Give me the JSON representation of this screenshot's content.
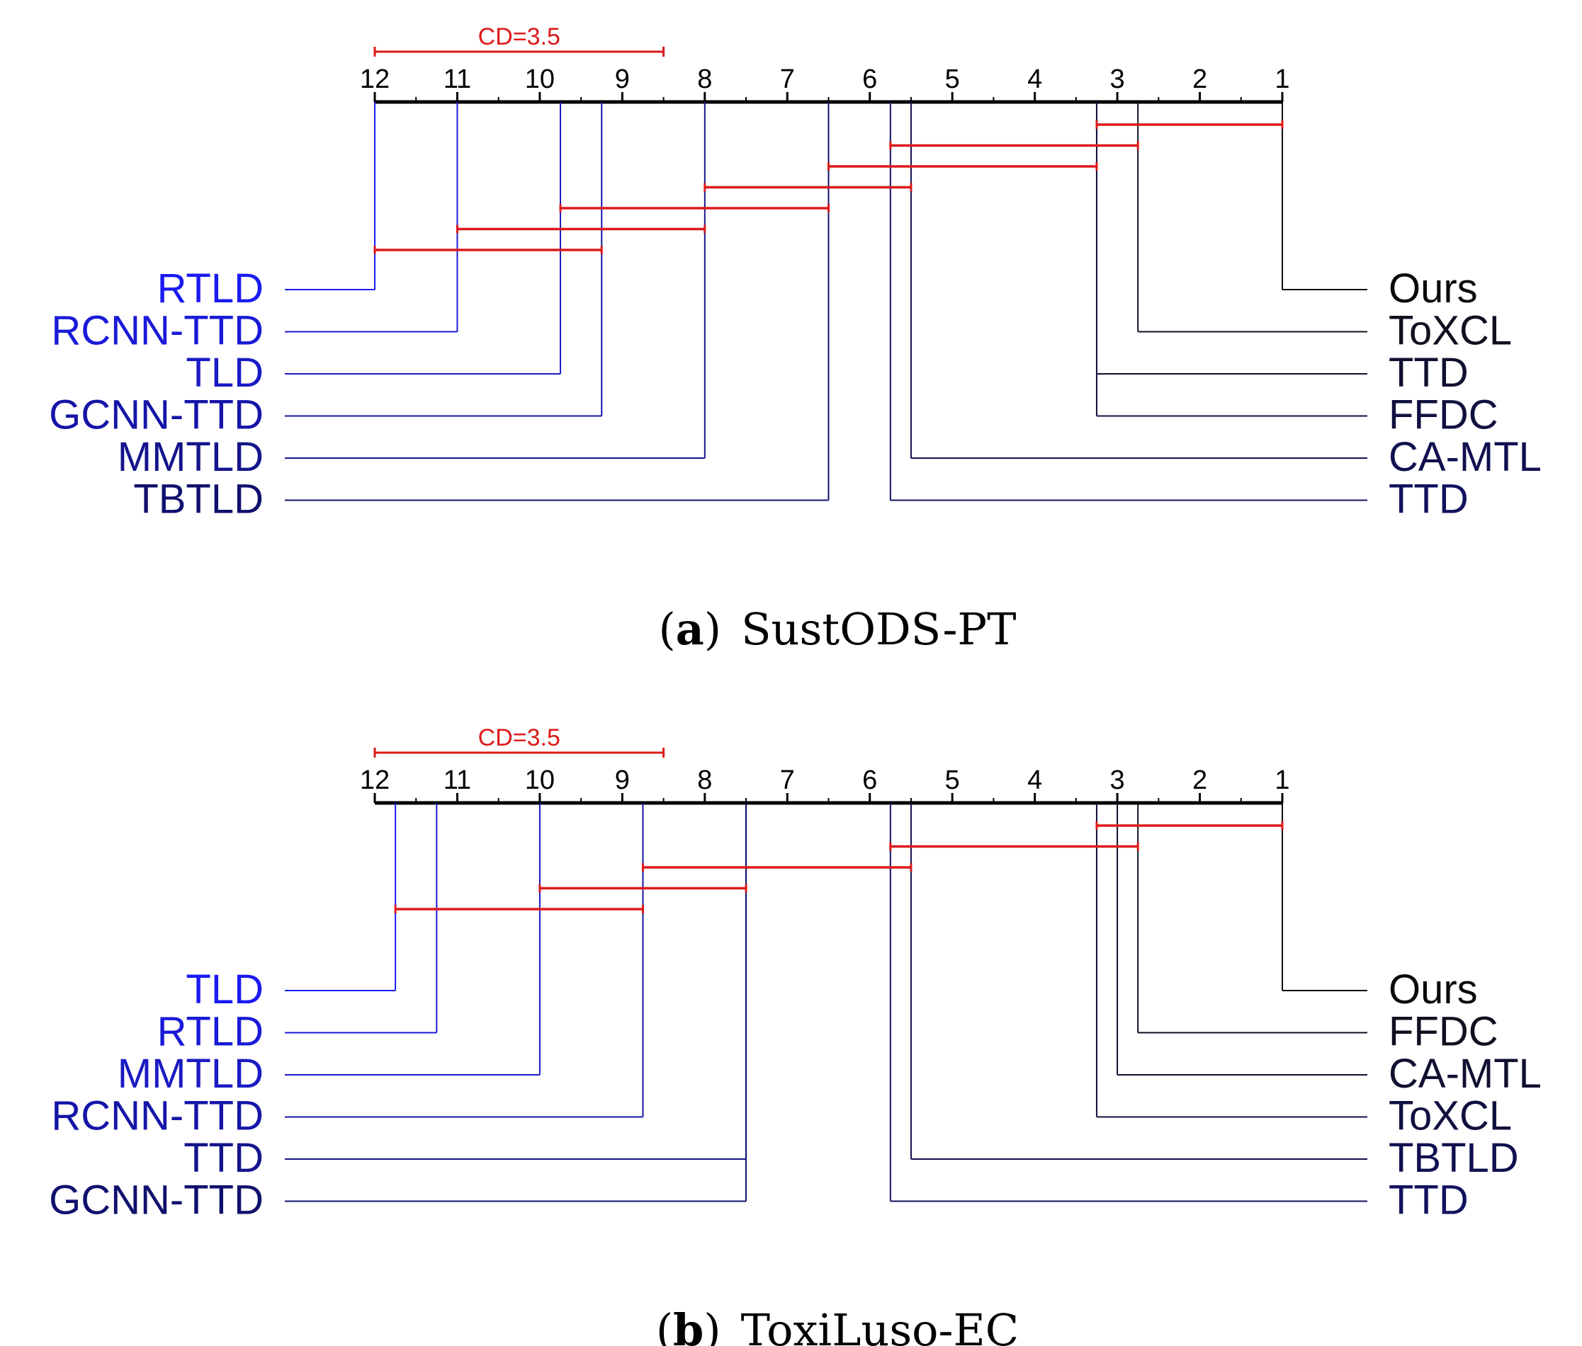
{
  "charts": [
    {
      "caption_letter": "a",
      "caption_text": "SustODS-PT",
      "chart_data": {
        "type": "critical-difference-diagram",
        "cd_label": "CD=3.5",
        "cd": 3.5,
        "axis_ticks": [
          "12",
          "11",
          "10",
          "9",
          "8",
          "7",
          "6",
          "5",
          "4",
          "3",
          "2",
          "1"
        ],
        "axis_range": [
          12,
          1
        ],
        "left_methods": [
          {
            "name": "RTLD",
            "rank": 12.0,
            "color": "#1a1af2"
          },
          {
            "name": "RCNN-TTD",
            "rank": 11.0,
            "color": "#1a1ad8"
          },
          {
            "name": "TLD",
            "rank": 9.75,
            "color": "#1a1ac4"
          },
          {
            "name": "GCNN-TTD",
            "rank": 9.25,
            "color": "#1515a8"
          },
          {
            "name": "MMTLD",
            "rank": 8.0,
            "color": "#14148c"
          },
          {
            "name": "TBTLD",
            "rank": 6.5,
            "color": "#10106e"
          }
        ],
        "right_methods": [
          {
            "name": "Ours",
            "rank": 1.0,
            "color": "#0a0a0a"
          },
          {
            "name": "ToXCL",
            "rank": 2.75,
            "color": "#101020"
          },
          {
            "name": "TTD",
            "rank": 3.25,
            "color": "#101030"
          },
          {
            "name": "FFDC",
            "rank": 3.25,
            "color": "#101040"
          },
          {
            "name": "CA-MTL",
            "rank": 5.5,
            "color": "#101050"
          },
          {
            "name": "TTD",
            "rank": 5.75,
            "color": "#121260"
          }
        ],
        "cliques": [
          [
            3.25,
            1.0
          ],
          [
            5.75,
            2.75
          ],
          [
            6.5,
            3.25
          ],
          [
            8.0,
            5.5
          ],
          [
            9.75,
            6.5
          ],
          [
            11.0,
            8.0
          ],
          [
            12.0,
            9.25
          ]
        ]
      }
    },
    {
      "caption_letter": "b",
      "caption_text": "ToxiLuso-EC",
      "chart_data": {
        "type": "critical-difference-diagram",
        "cd_label": "CD=3.5",
        "cd": 3.5,
        "axis_ticks": [
          "12",
          "11",
          "10",
          "9",
          "8",
          "7",
          "6",
          "5",
          "4",
          "3",
          "2",
          "1"
        ],
        "axis_range": [
          12,
          1
        ],
        "left_methods": [
          {
            "name": "TLD",
            "rank": 11.75,
            "color": "#1a1af2"
          },
          {
            "name": "RTLD",
            "rank": 11.25,
            "color": "#1a1ad8"
          },
          {
            "name": "MMTLD",
            "rank": 10.0,
            "color": "#1a1ac4"
          },
          {
            "name": "RCNN-TTD",
            "rank": 8.75,
            "color": "#1515a8"
          },
          {
            "name": "TTD",
            "rank": 7.5,
            "color": "#14148c"
          },
          {
            "name": "GCNN-TTD",
            "rank": 7.5,
            "color": "#10106e"
          }
        ],
        "right_methods": [
          {
            "name": "Ours",
            "rank": 1.0,
            "color": "#0a0a0a"
          },
          {
            "name": "FFDC",
            "rank": 2.75,
            "color": "#101020"
          },
          {
            "name": "CA-MTL",
            "rank": 3.0,
            "color": "#101030"
          },
          {
            "name": "ToXCL",
            "rank": 3.25,
            "color": "#101040"
          },
          {
            "name": "TBTLD",
            "rank": 5.5,
            "color": "#101050"
          },
          {
            "name": "TTD",
            "rank": 5.75,
            "color": "#121260"
          }
        ],
        "cliques": [
          [
            3.25,
            1.0
          ],
          [
            5.75,
            2.75
          ],
          [
            8.75,
            5.5
          ],
          [
            10.0,
            7.5
          ],
          [
            11.75,
            8.75
          ]
        ]
      }
    }
  ]
}
